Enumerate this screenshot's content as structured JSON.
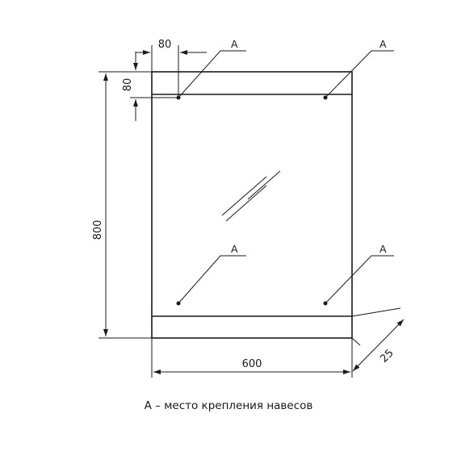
{
  "dimensions": {
    "width": "600",
    "height": "800",
    "depth": "25",
    "offset_x": "80",
    "offset_y": "80"
  },
  "marker_label": "A",
  "caption": "А – место крепления навесов",
  "colors": {
    "line": "#1a1a1a",
    "background": "#ffffff"
  }
}
